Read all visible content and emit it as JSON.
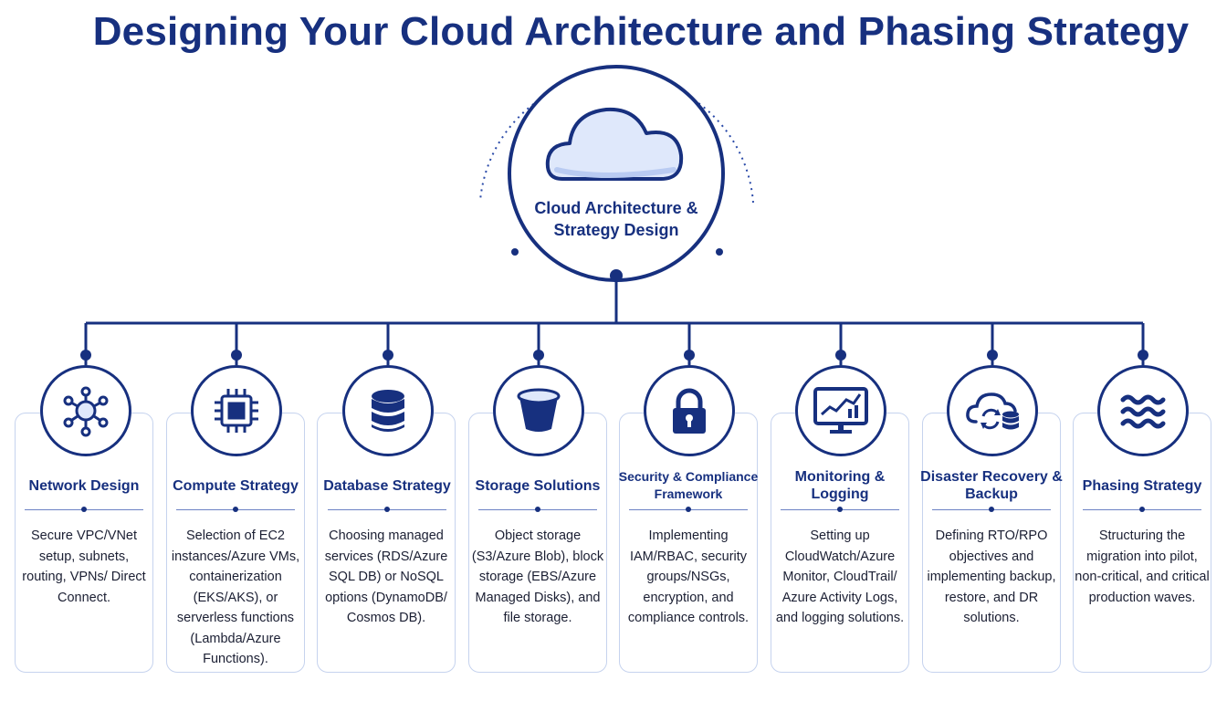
{
  "title": "Designing Your Cloud Architecture and Phasing Strategy",
  "center": {
    "icon": "cloud-icon",
    "label_line1": "Cloud Architecture &",
    "label_line2": "Strategy Design"
  },
  "colors": {
    "primary": "#17307f",
    "card_border": "#c6d3ee",
    "icon_fill_light": "#dfe8fb"
  },
  "cards": [
    {
      "icon": "network-nodes-icon",
      "title": "Network Design",
      "desc": "Secure VPC/VNet setup, subnets, routing, VPNs/ Direct Connect."
    },
    {
      "icon": "cpu-chip-icon",
      "title": "Compute Strategy",
      "desc": "Selection of EC2 instances/Azure VMs, containerization (EKS/AKS), or serverless functions (Lambda/Azure Functions)."
    },
    {
      "icon": "database-icon",
      "title": "Database Strategy",
      "desc": "Choosing managed services (RDS/Azure SQL DB) or NoSQL options (DynamoDB/ Cosmos DB)."
    },
    {
      "icon": "storage-bucket-icon",
      "title": "Storage Solutions",
      "desc": "Object storage (S3/Azure Blob), block storage (EBS/Azure Managed Disks), and file storage."
    },
    {
      "icon": "padlock-icon",
      "title": "Security & Compliance Framework",
      "desc": "Implementing IAM/RBAC, security groups/NSGs, encryption, and compliance controls."
    },
    {
      "icon": "monitor-chart-icon",
      "title": "Monitoring & Logging",
      "desc": "Setting up CloudWatch/Azure Monitor, CloudTrail/ Azure Activity Logs, and logging solutions."
    },
    {
      "icon": "cloud-sync-database-icon",
      "title": "Disaster Recovery & Backup",
      "desc": "Defining RTO/RPO objectives and implementing backup, restore, and DR solutions."
    },
    {
      "icon": "waves-icon",
      "title": "Phasing Strategy",
      "desc": "Structuring the migration into pilot, non-critical, and critical production waves."
    }
  ]
}
